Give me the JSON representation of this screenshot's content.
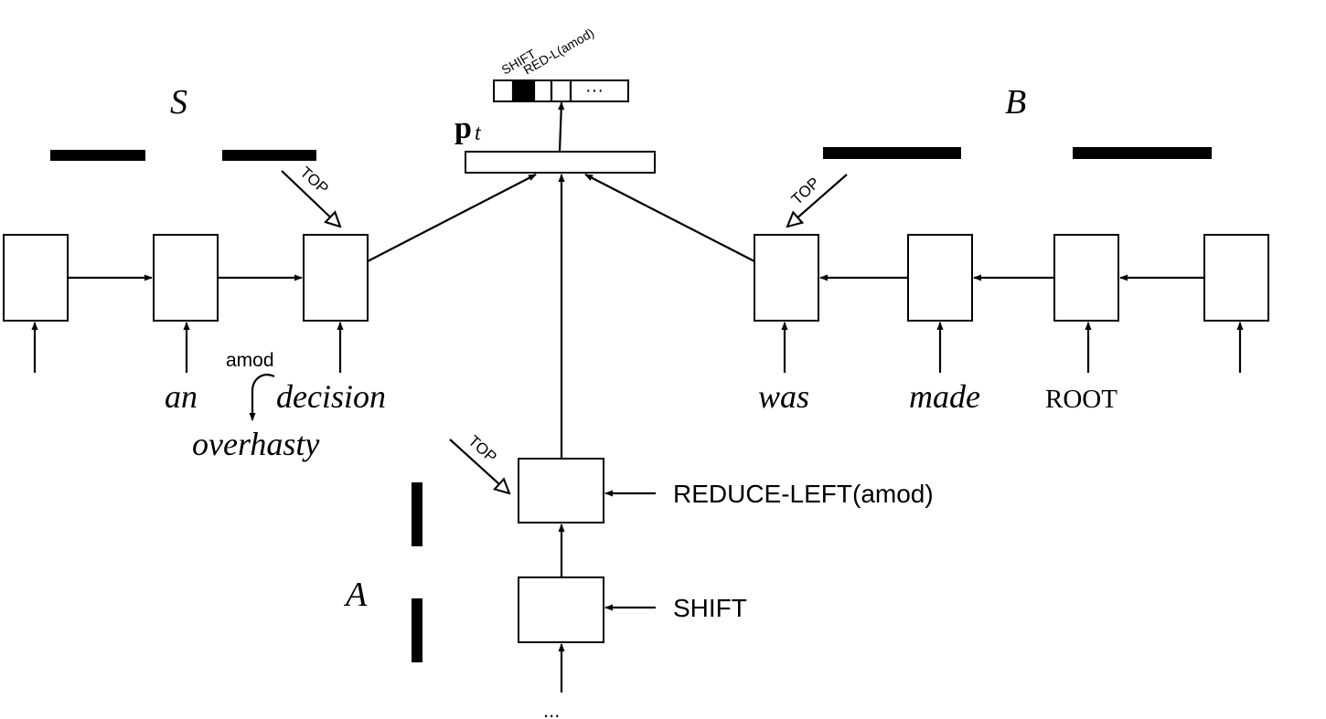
{
  "stack": {
    "label": "S",
    "top_label": "TOP",
    "words": [
      "an",
      "decision"
    ],
    "dependent_word": "overhasty",
    "dependency_label": "amod"
  },
  "buffer": {
    "label": "B",
    "top_label": "TOP",
    "words": [
      "was",
      "made",
      "ROOT"
    ]
  },
  "actions": {
    "label": "A",
    "top_label": "TOP",
    "items": [
      "REDUCE-LEFT(amod)",
      "SHIFT"
    ],
    "continuation": "..."
  },
  "output": {
    "prob_symbol": "p",
    "prob_subscript": "t",
    "class_labels": [
      "SHIFT",
      "RED-L(amod)"
    ],
    "ellipsis": "···"
  }
}
